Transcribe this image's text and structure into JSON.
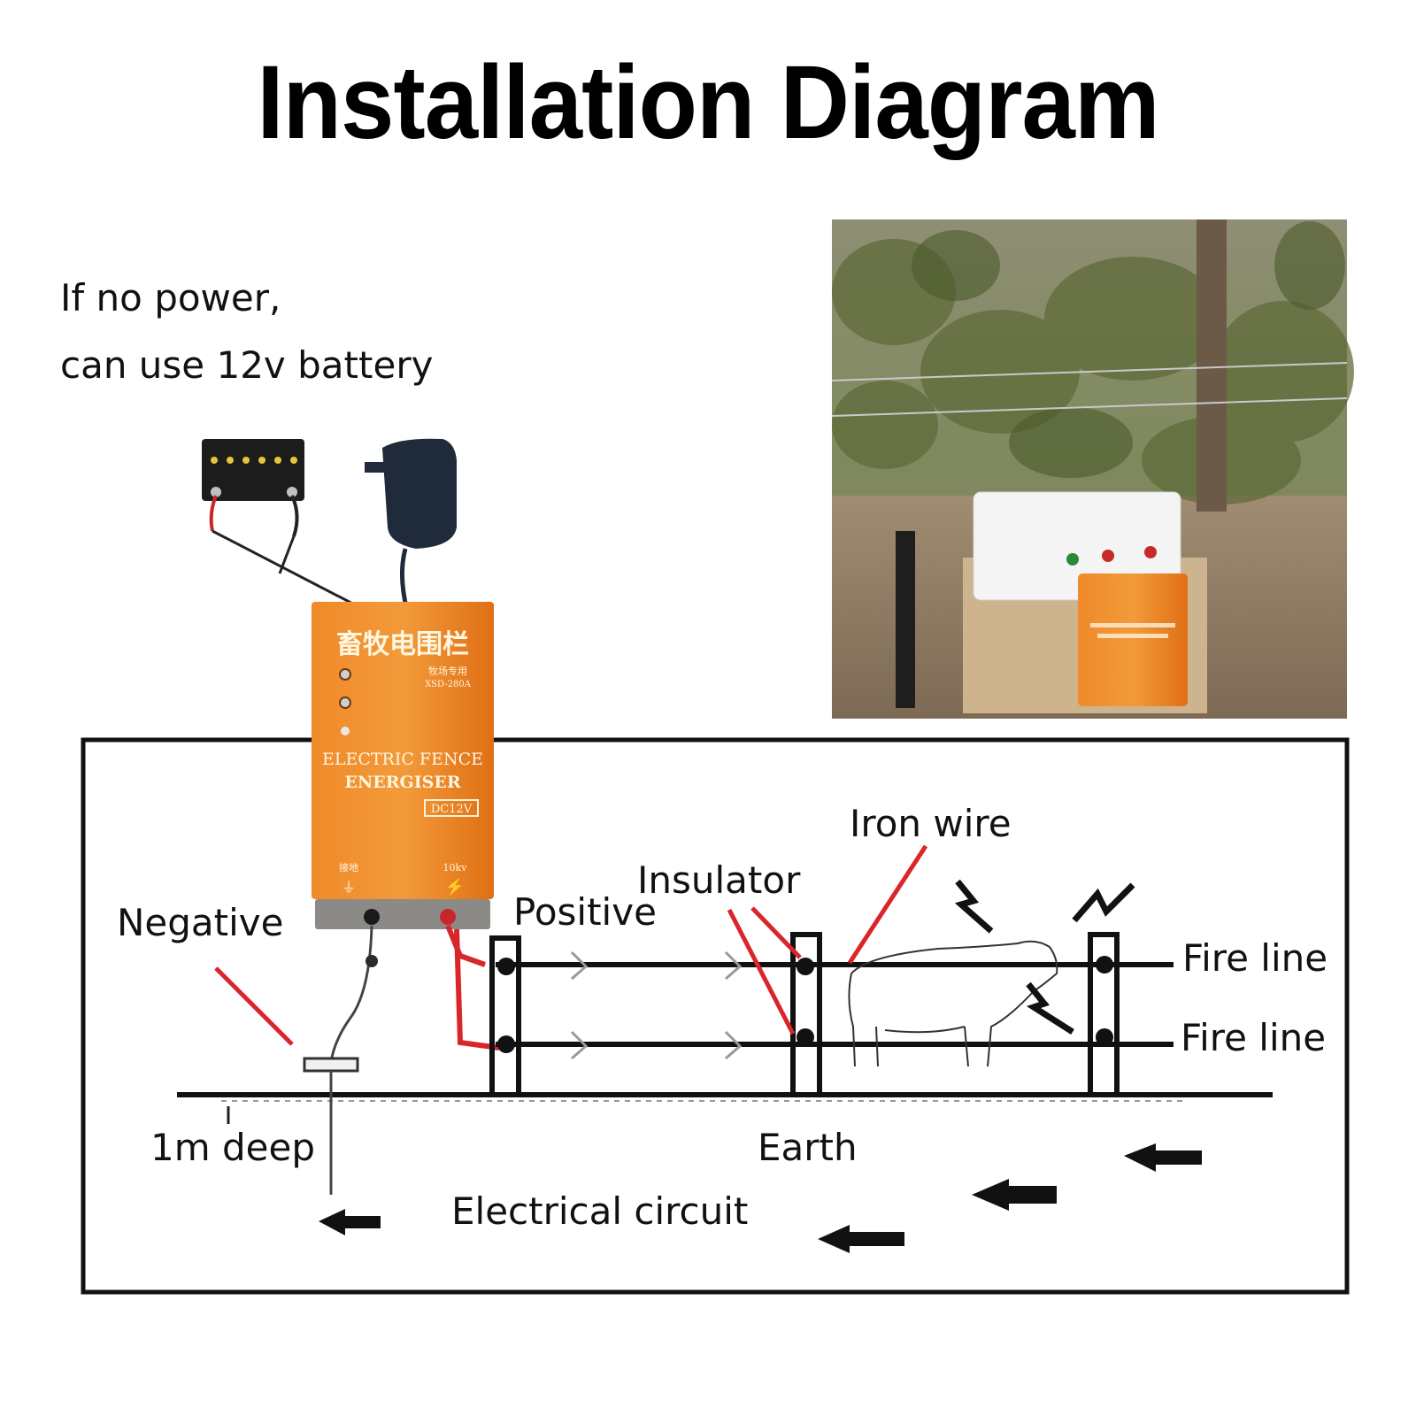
{
  "title": "Installation Diagram",
  "note": {
    "line1": "If no power,",
    "line2": "can use 12v battery"
  },
  "energiser": {
    "chinese_name": "畜牧电围栏",
    "sub_chinese": "牧场专用",
    "model": "XSD-280A",
    "line1": "ELECTRIC FENCE",
    "line2": "ENERGISER",
    "voltage_badge": "DC12V",
    "earth_terminal_label": "接地",
    "output_label": "10kv"
  },
  "labels": {
    "negative": "Negative",
    "positive": "Positive",
    "insulator": "Insulator",
    "iron_wire": "Iron wire",
    "fire_line_1": "Fire line",
    "fire_line_2": "Fire line",
    "depth": "1m deep",
    "earth": "Earth",
    "circuit": "Electrical circuit"
  },
  "colors": {
    "energiser_orange": "#ee7a1c",
    "pointer_red": "#d8262a",
    "frame": "#111111"
  }
}
